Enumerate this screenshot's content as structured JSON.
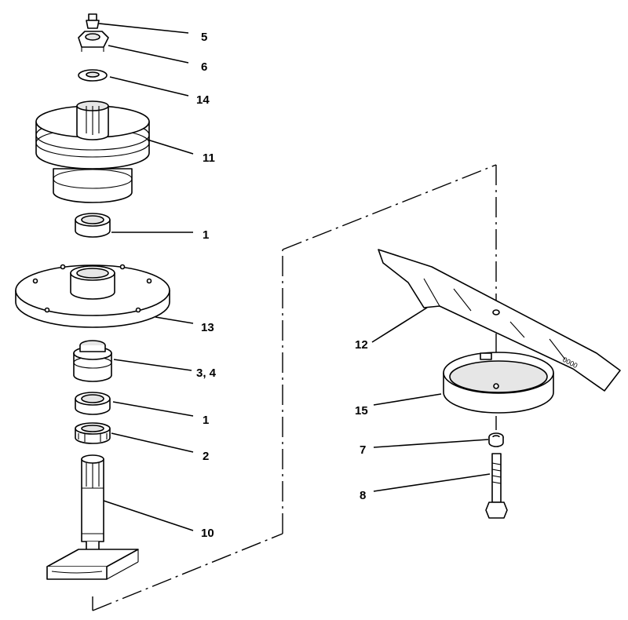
{
  "callouts": {
    "c5": "5",
    "c6": "6",
    "c14": "14",
    "c11": "11",
    "c1a": "1",
    "c13": "13",
    "c34": "3, 4",
    "c1b": "1",
    "c2": "2",
    "c10": "10",
    "c12": "12",
    "c15": "15",
    "c7": "7",
    "c8": "8"
  },
  "blade_stamp": "0000",
  "colors": {
    "line": "#000000",
    "fill": "#ffffff",
    "shade": "#e6e6e6"
  }
}
